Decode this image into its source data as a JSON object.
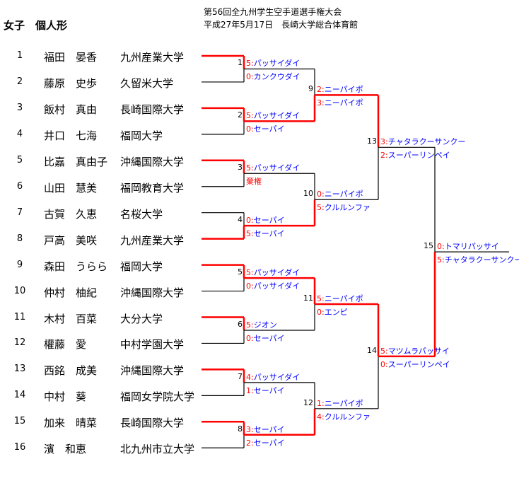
{
  "header": {
    "tournament": "第56回全九州学生空手道選手権大会",
    "date_venue": "平成27年5月17日　長崎大学総合体育館",
    "event": "女子　個人形"
  },
  "colors": {
    "winner_line": "#ff0000",
    "loser_line": "#000000",
    "score": "#ff0000",
    "technique": "#0000ff"
  },
  "players": [
    {
      "no": "1",
      "name": "福田　晏香",
      "school": "九州産業大学"
    },
    {
      "no": "2",
      "name": "藤原　史歩",
      "school": "久留米大学"
    },
    {
      "no": "3",
      "name": "飯村　真由",
      "school": "長崎国際大学"
    },
    {
      "no": "4",
      "name": "井口　七海",
      "school": "福岡大学"
    },
    {
      "no": "5",
      "name": "比嘉　真由子",
      "school": "沖縄国際大学"
    },
    {
      "no": "6",
      "name": "山田　慧美",
      "school": "福岡教育大学"
    },
    {
      "no": "7",
      "name": "古賀　久恵",
      "school": "名桜大学"
    },
    {
      "no": "8",
      "name": "戸高　美咲",
      "school": "九州産業大学"
    },
    {
      "no": "9",
      "name": "森田　うらら",
      "school": "福岡大学"
    },
    {
      "no": "10",
      "name": "仲村　柚紀",
      "school": "沖縄国際大学"
    },
    {
      "no": "11",
      "name": "木村　百菜",
      "school": "大分大学"
    },
    {
      "no": "12",
      "name": "權藤　愛",
      "school": "中村学園大学"
    },
    {
      "no": "13",
      "name": "西銘　成美",
      "school": "沖縄国際大学"
    },
    {
      "no": "14",
      "name": "中村　葵",
      "school": "福岡女学院大学"
    },
    {
      "no": "15",
      "name": "加来　晴菜",
      "school": "長崎国際大学"
    },
    {
      "no": "16",
      "name": "濱　和恵",
      "school": "北九州市立大学"
    }
  ],
  "matches": [
    {
      "no": "1",
      "winner": "top",
      "top": {
        "score": "5:",
        "kata": "パッサイダイ"
      },
      "bottom": {
        "score": "0:",
        "kata": "カンクウダイ"
      }
    },
    {
      "no": "2",
      "winner": "top",
      "top": {
        "score": "5:",
        "kata": "パッサイダイ"
      },
      "bottom": {
        "score": "0:",
        "kata": "セーパイ"
      }
    },
    {
      "no": "3",
      "winner": "top",
      "top": {
        "score": "5:",
        "kata": "パッサイダイ"
      },
      "bottom": {
        "score": "",
        "kata": "",
        "note": "棄権"
      }
    },
    {
      "no": "4",
      "winner": "bottom",
      "top": {
        "score": "0:",
        "kata": "セーパイ"
      },
      "bottom": {
        "score": "5:",
        "kata": "セーパイ"
      }
    },
    {
      "no": "5",
      "winner": "top",
      "top": {
        "score": "5:",
        "kata": "パッサイダイ"
      },
      "bottom": {
        "score": "0:",
        "kata": "パッサイダイ"
      }
    },
    {
      "no": "6",
      "winner": "top",
      "top": {
        "score": "5:",
        "kata": "ジオン"
      },
      "bottom": {
        "score": "0:",
        "kata": "セーパイ"
      }
    },
    {
      "no": "7",
      "winner": "top",
      "top": {
        "score": "4:",
        "kata": "パッサイダイ"
      },
      "bottom": {
        "score": "1:",
        "kata": "セーパイ"
      }
    },
    {
      "no": "8",
      "winner": "top",
      "top": {
        "score": "3:",
        "kata": "セーパイ"
      },
      "bottom": {
        "score": "2:",
        "kata": "セーパイ"
      }
    },
    {
      "no": "9",
      "winner": "bottom",
      "top": {
        "score": "2:",
        "kata": "ニーパイポ"
      },
      "bottom": {
        "score": "3:",
        "kata": "ニーパイポ"
      }
    },
    {
      "no": "10",
      "winner": "bottom",
      "top": {
        "score": "0:",
        "kata": "ニーパイポ"
      },
      "bottom": {
        "score": "5:",
        "kata": "クルルンファ"
      }
    },
    {
      "no": "11",
      "winner": "top",
      "top": {
        "score": "5:",
        "kata": "ニーパイポ"
      },
      "bottom": {
        "score": "0:",
        "kata": "エンピ"
      }
    },
    {
      "no": "12",
      "winner": "bottom",
      "top": {
        "score": "1:",
        "kata": "ニーパイポ"
      },
      "bottom": {
        "score": "4:",
        "kata": "クルルンファ"
      }
    },
    {
      "no": "13",
      "winner": "top",
      "top": {
        "score": "3:",
        "kata": "チャタラクーサンクー"
      },
      "bottom": {
        "score": "2:",
        "kata": "スーパーリンペイ"
      }
    },
    {
      "no": "14",
      "winner": "top",
      "top": {
        "score": "5:",
        "kata": "マツムラパッサイ"
      },
      "bottom": {
        "score": "0:",
        "kata": "スーパーリンペイ"
      }
    },
    {
      "no": "15",
      "winner": "bottom",
      "top": {
        "score": "0:",
        "kata": "トマリパッサイ"
      },
      "bottom": {
        "score": "5:",
        "kata": "チャタラクーサンクー"
      }
    }
  ]
}
